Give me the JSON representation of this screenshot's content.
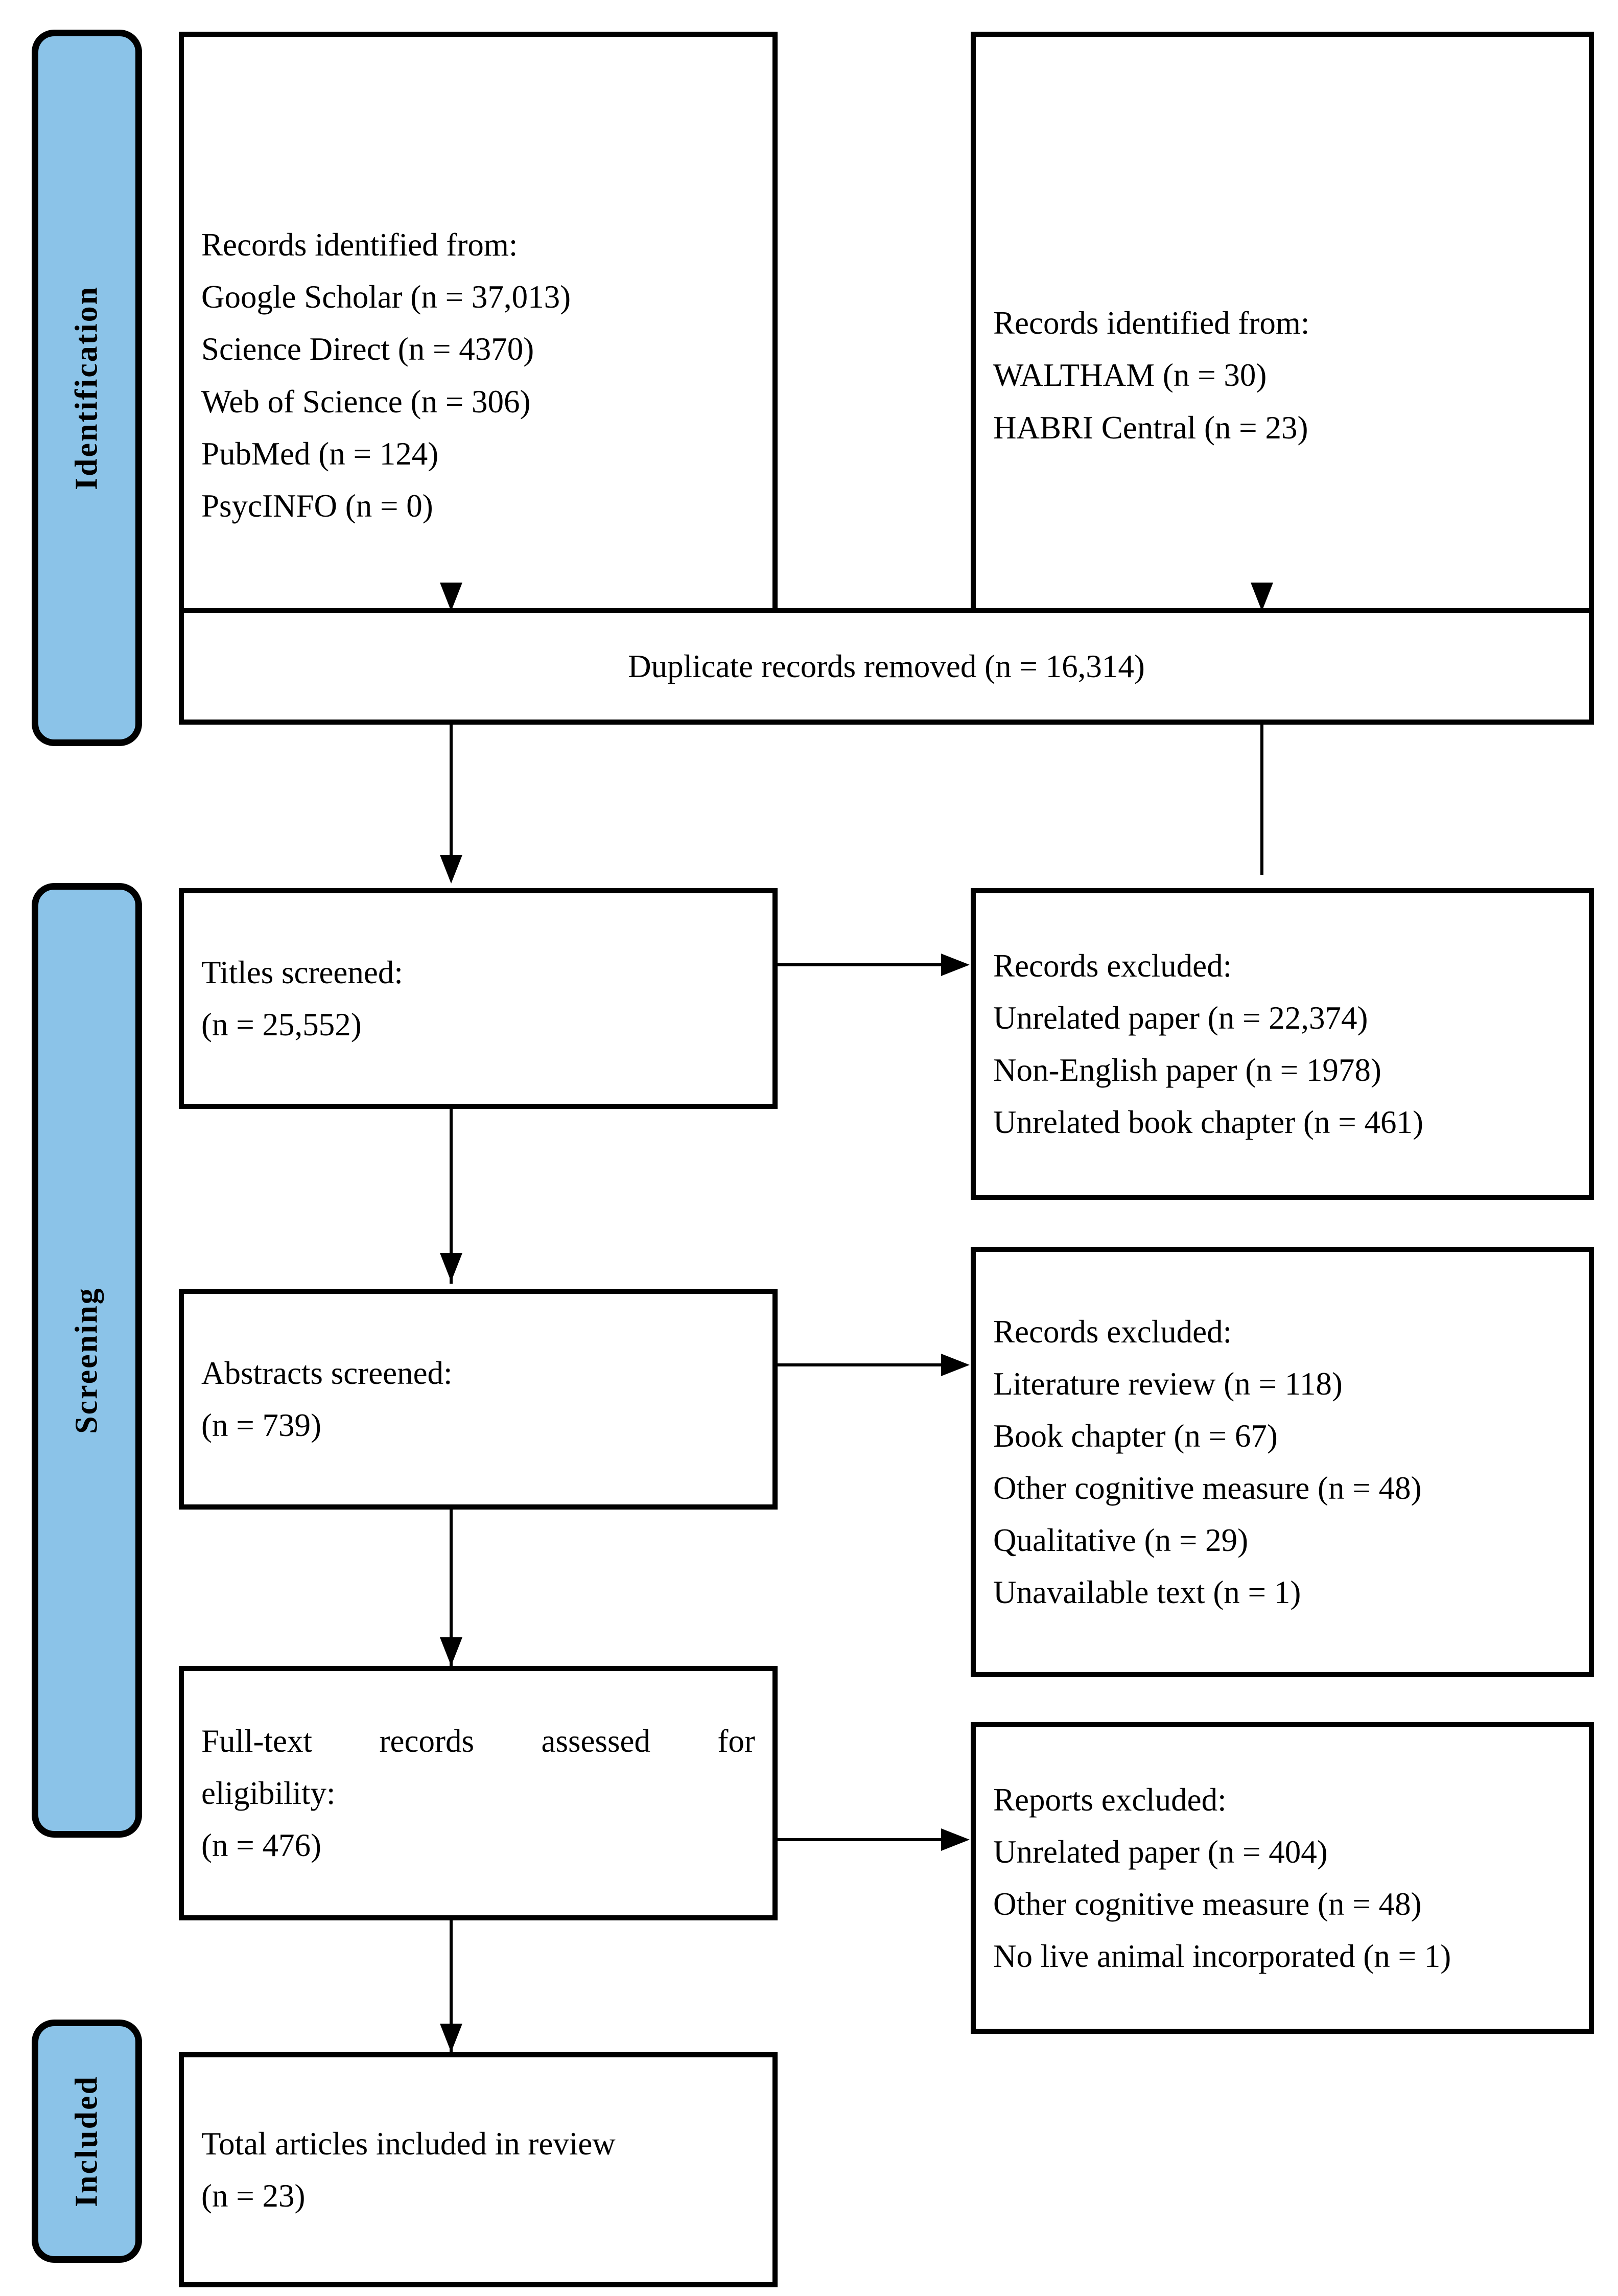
{
  "diagram": {
    "type": "prisma-flow-diagram",
    "stages": [
      {
        "id": "identification",
        "label": "Identification"
      },
      {
        "id": "screening",
        "label": "Screening"
      },
      {
        "id": "included",
        "label": "Included"
      }
    ]
  },
  "identification": {
    "databases_box": {
      "heading": "Records identified from:",
      "items": [
        "Google Scholar (n = 37,013)",
        "Science Direct (n = 4370)",
        "Web of Science (n = 306)",
        "PubMed (n = 124)",
        "PsycINFO (n = 0)"
      ]
    },
    "registers_box": {
      "heading": "Records identified from:",
      "items": [
        "WALTHAM (n = 30)",
        "HABRI Central (n = 23)"
      ]
    },
    "duplicates_box": {
      "text": "Duplicate records removed (n = 16,314)"
    }
  },
  "screening": {
    "titles_box": {
      "heading": "Titles screened:",
      "count": "(n = 25,552)"
    },
    "titles_excluded_box": {
      "heading": "Records excluded:",
      "items": [
        "Unrelated paper (n = 22,374)",
        "Non-English paper (n = 1978)",
        "Unrelated book chapter (n = 461)"
      ]
    },
    "abstracts_box": {
      "heading": "Abstracts screened:",
      "count": "(n = 739)"
    },
    "abstracts_excluded_box": {
      "heading": "Records excluded:",
      "items": [
        "Literature review (n = 118)",
        "Book chapter (n = 67)",
        "Other cognitive measure (n = 48)",
        "Qualitative (n = 29)",
        "Unavailable text (n = 1)"
      ]
    },
    "fulltext_box": {
      "heading_line1": "Full-text records assessed for",
      "heading_line2": "eligibility:",
      "count": "(n = 476)"
    },
    "fulltext_excluded_box": {
      "heading": "Reports excluded:",
      "items": [
        "Unrelated paper (n = 404)",
        "Other cognitive measure (n = 48)",
        "No live animal incorporated (n = 1)"
      ]
    }
  },
  "included": {
    "total_box": {
      "heading": "Total articles included in review",
      "count": "(n = 23)"
    }
  },
  "colors": {
    "stage_bar_fill": "#8BC3E8",
    "stroke": "#000000",
    "box_fill": "#FFFFFF"
  }
}
